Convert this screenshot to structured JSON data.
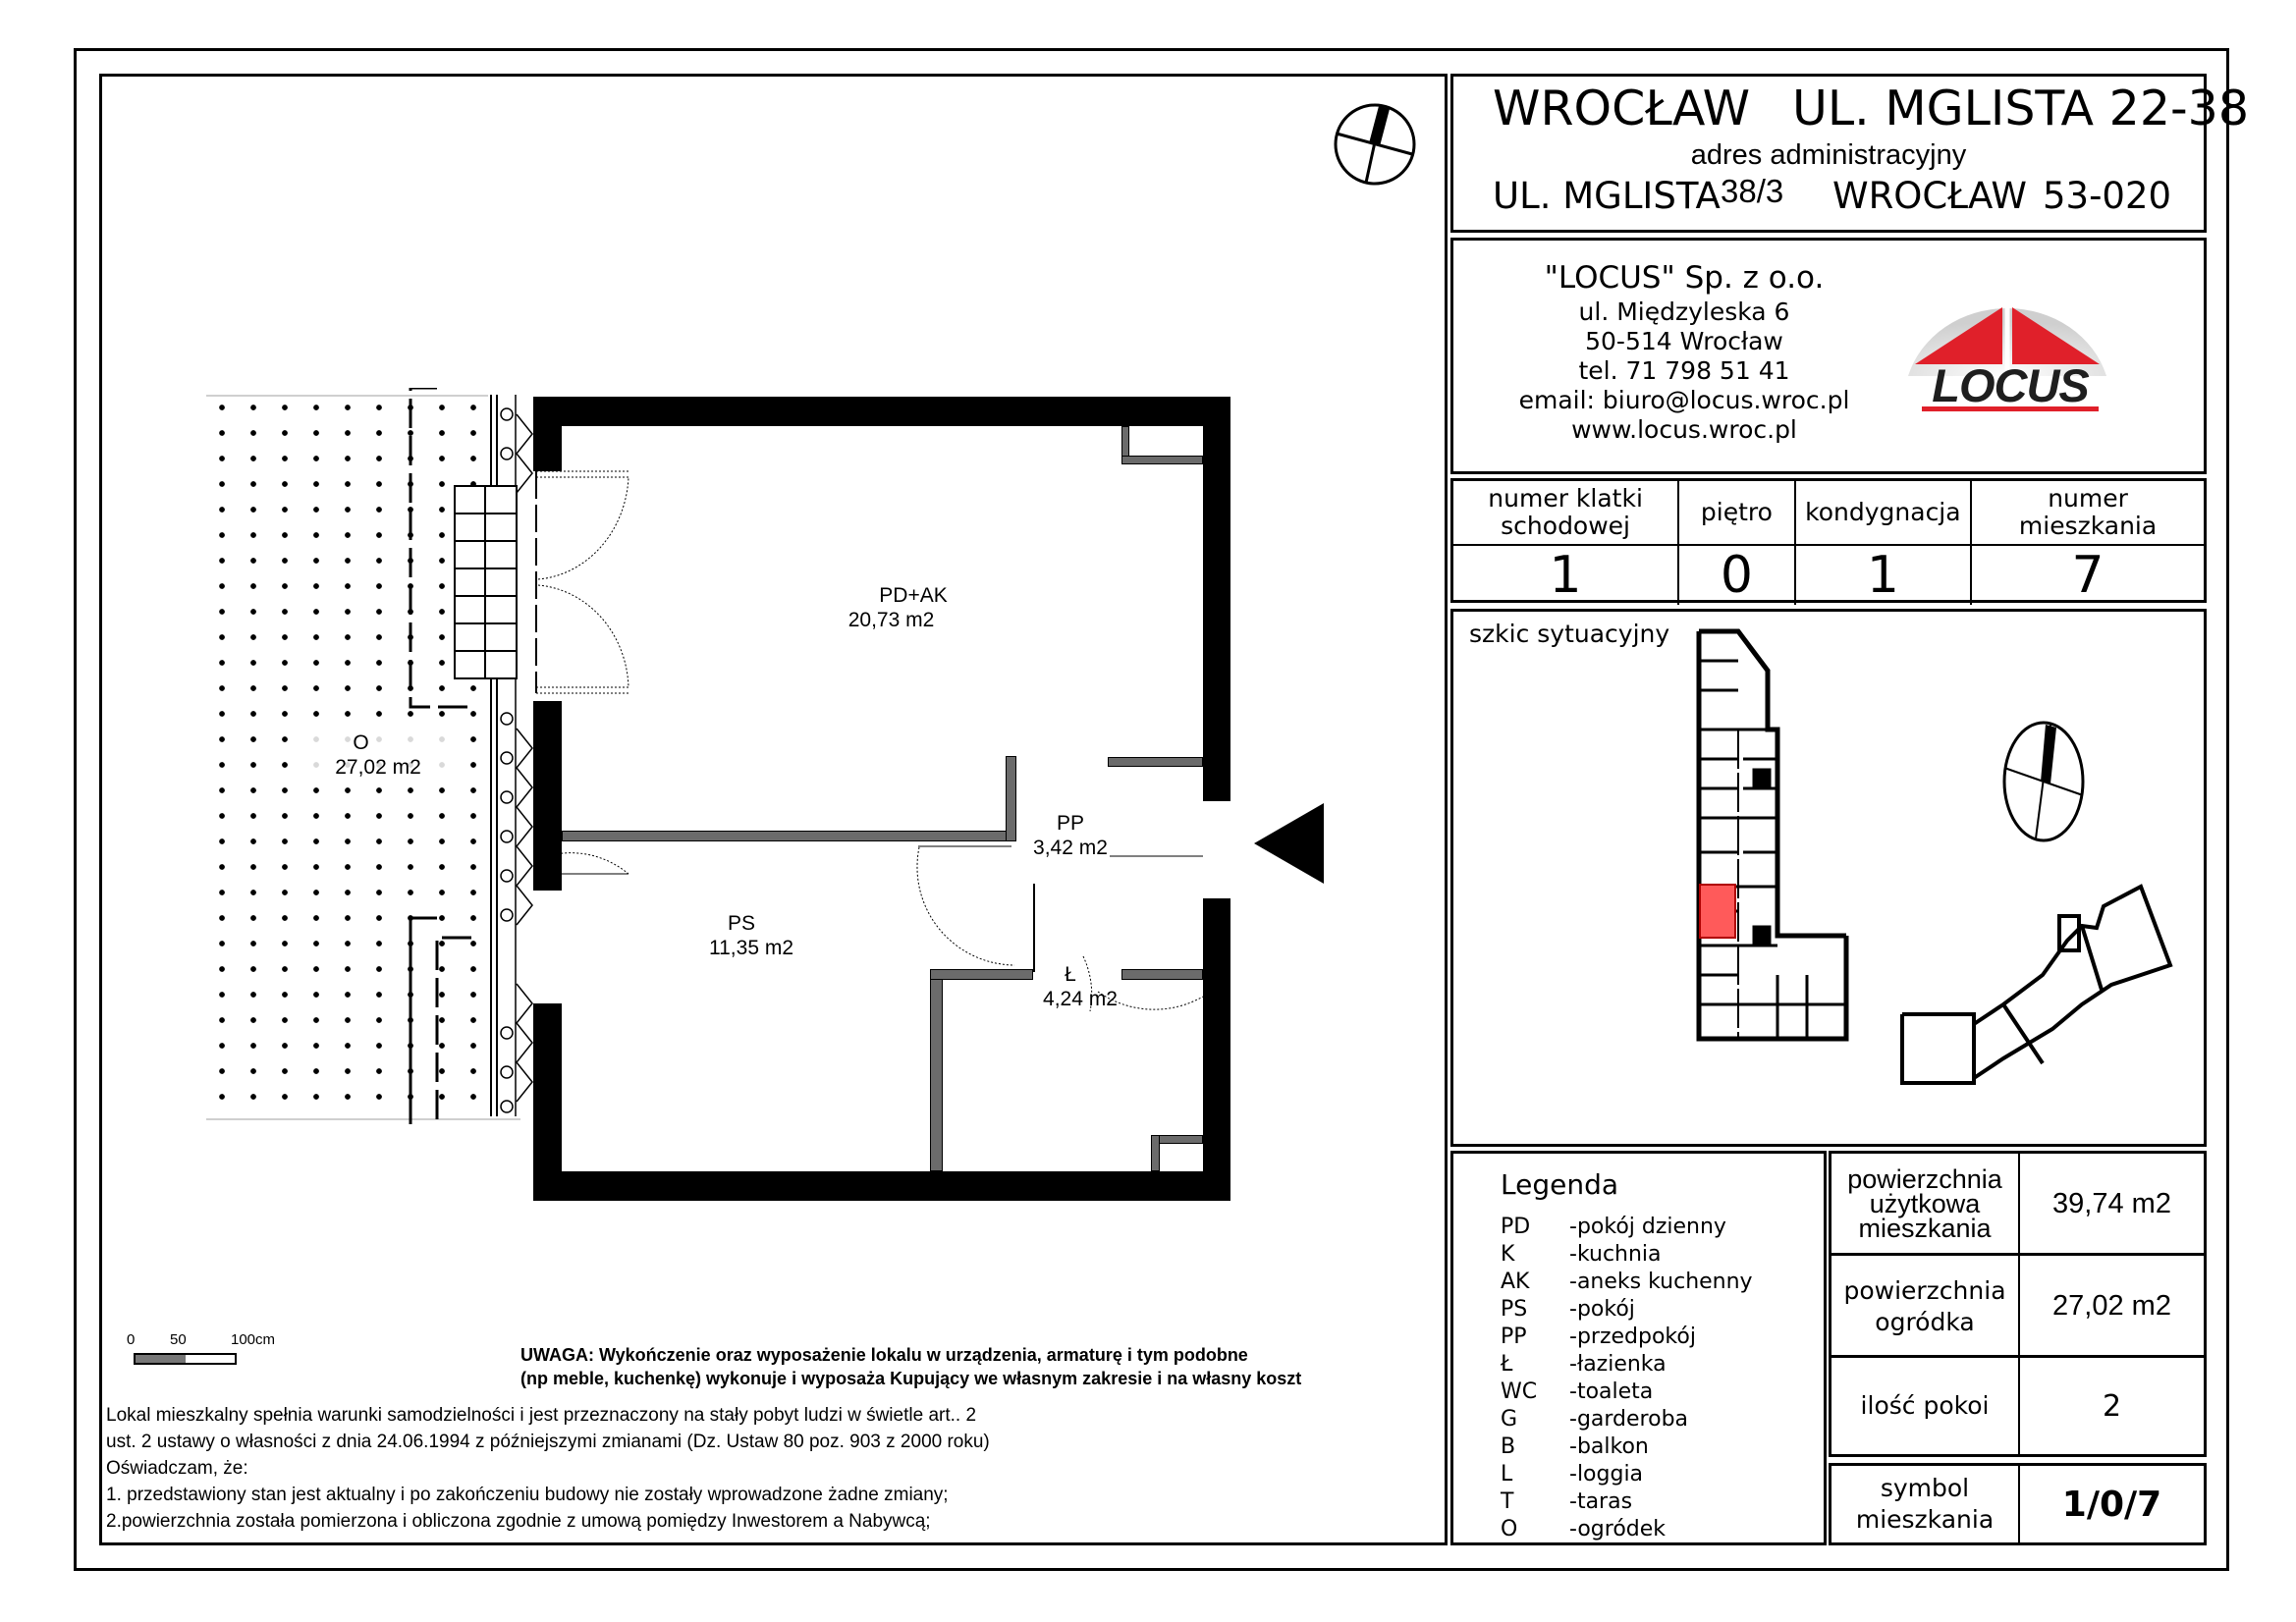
{
  "header": {
    "city": "WROCŁAW",
    "street_range": "UL. MGLISTA 22-38",
    "admin_label": "adres administracyjny",
    "admin_street": "UL. MGLISTA",
    "admin_number": "38/3",
    "admin_city": "WROCŁAW",
    "admin_postcode": "53-020"
  },
  "company": {
    "name": "\"LOCUS\" Sp. z o.o.",
    "street": "ul. Międzyleska 6",
    "city": "50-514 Wrocław",
    "phone": "tel. 71 798 51 41",
    "email": "email: biuro@locus.wroc.pl",
    "www": "www.locus.wroc.pl",
    "logo_text": "LOCUS",
    "logo_colors": {
      "red": "#e0202a",
      "dark": "#1e1e1e",
      "grey": "#d8d8d8"
    }
  },
  "unit_table": {
    "headers": [
      "numer klatki schodowej",
      "piętro",
      "kondygnacja",
      "numer mieszkania"
    ],
    "header_lines": [
      [
        "numer klatki",
        "schodowej"
      ],
      [
        "piętro"
      ],
      [
        "kondygnacja"
      ],
      [
        "numer",
        "mieszkania"
      ]
    ],
    "values": [
      "1",
      "0",
      "1",
      "7"
    ]
  },
  "site_sketch": {
    "title": "szkic sytuacyjny",
    "highlight_color": "#ff5a5a"
  },
  "legend": {
    "title": "Legenda",
    "items": [
      {
        "code": "PD",
        "desc": "-pokój dzienny"
      },
      {
        "code": "K",
        "desc": "-kuchnia"
      },
      {
        "code": "AK",
        "desc": "-aneks kuchenny"
      },
      {
        "code": "PS",
        "desc": "-pokój"
      },
      {
        "code": "PP",
        "desc": "-przedpokój"
      },
      {
        "code": "Ł",
        "desc": "-łazienka"
      },
      {
        "code": "WC",
        "desc": "-toaleta"
      },
      {
        "code": "G",
        "desc": "-garderoba"
      },
      {
        "code": "B",
        "desc": "-balkon"
      },
      {
        "code": "L",
        "desc": "-loggia"
      },
      {
        "code": "T",
        "desc": "-taras"
      },
      {
        "code": "O",
        "desc": "-ogródek"
      }
    ]
  },
  "stats": [
    {
      "label_lines": [
        "powierzchnia",
        "użytkowa",
        "mieszkania"
      ],
      "value": "39,74 m2"
    },
    {
      "label_lines": [
        "powierzchnia",
        "ogródka"
      ],
      "value": "27,02 m2"
    },
    {
      "label_lines": [
        "ilość pokoi"
      ],
      "value": "2"
    },
    {
      "label_lines": [
        "symbol",
        "mieszkania"
      ],
      "value": "1/0/7"
    }
  ],
  "floor_plan": {
    "rooms": [
      {
        "code": "PD+AK",
        "area": "20,73 m2"
      },
      {
        "code": "PP",
        "area": "3,42 m2"
      },
      {
        "code": "PS",
        "area": "11,35 m2"
      },
      {
        "code": "Ł",
        "area": "4,24 m2"
      },
      {
        "code": "O",
        "area": "27,02  m2"
      }
    ],
    "scale_bar": {
      "labels": [
        "0",
        "50",
        "100cm"
      ]
    }
  },
  "notes": {
    "warning_line1": "UWAGA: Wykończenie oraz wyposażenie lokalu w urządzenia, armaturę i tym podobne",
    "warning_line2": "(np meble, kuchenkę) wykonuje i wyposaża Kupujący we własnym zakresie i na własny koszt",
    "declaration": [
      "Lokal mieszkalny spełnia warunki samodzielności i jest przeznaczony na stały pobyt ludzi w świetle art.. 2",
      "ust. 2 ustawy o własności z dnia 24.06.1994  z późniejszymi zmianami (Dz. Ustaw 80 poz. 903 z 2000 roku)",
      "Oświadczam, że:",
      "1. przedstawiony stan jest aktualny i po zakończeniu budowy nie zostały wprowadzone żadne zmiany;",
      "2.powierzchnia została pomierzona i obliczona zgodnie z umową pomiędzy Inwestorem a Nabywcą;"
    ]
  }
}
